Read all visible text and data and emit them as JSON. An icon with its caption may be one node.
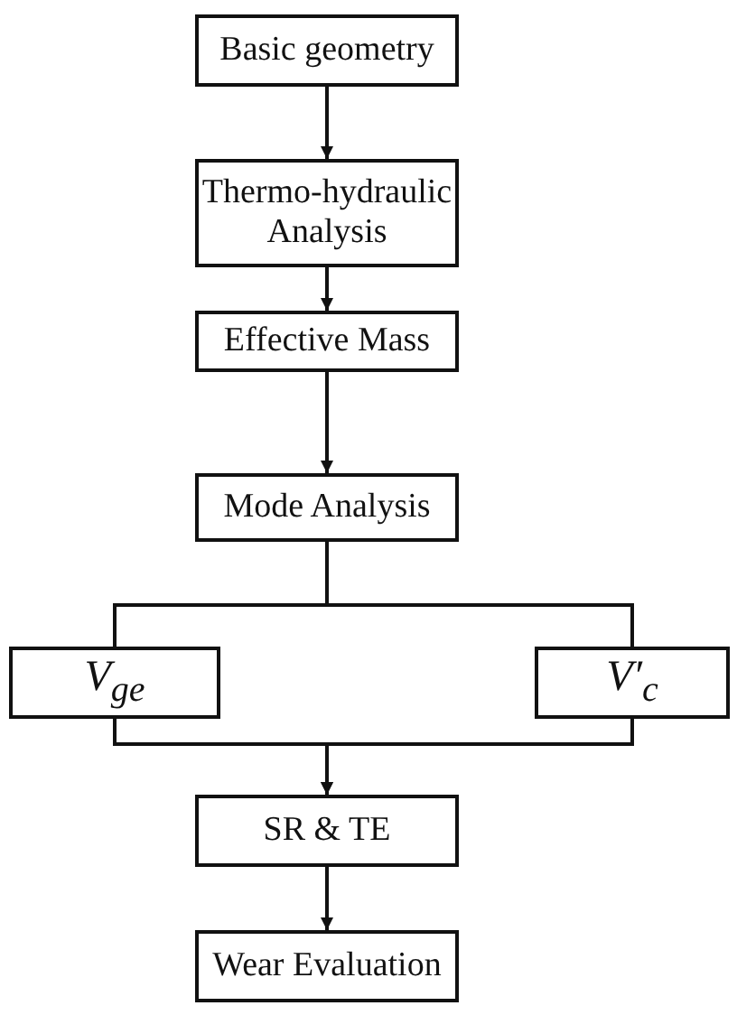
{
  "diagram": {
    "nodes": [
      {
        "text": [
          "Basic geometry"
        ]
      },
      {
        "text": [
          "Thermo-hydraulic Analysis"
        ]
      },
      {
        "text": [
          "Effective Mass"
        ]
      },
      {
        "text": [
          "Mode Analysis"
        ]
      },
      {
        "text": [
          "V$_{ge}$"
        ]
      },
      {
        "text": [
          "V′$_{c}$"
        ]
      },
      {
        "text": [
          "SR & TE"
        ]
      },
      {
        "text": [
          "Wear Evaluation"
        ]
      }
    ],
    "edges": [
      {
        "from": 0,
        "to": 1,
        "arrow": "to"
      },
      {
        "from": 1,
        "to": 2,
        "arrow": "to"
      },
      {
        "from": 2,
        "to": 3,
        "arrow": "to"
      },
      {
        "from": 3,
        "to": 4,
        "arrow": "none"
      },
      {
        "from": 3,
        "to": 5,
        "arrow": "none"
      },
      {
        "from": 4,
        "to": 6,
        "arrow": "to"
      },
      {
        "from": 5,
        "to": 6,
        "arrow": "to"
      },
      {
        "from": 6,
        "to": 7,
        "arrow": "to"
      }
    ]
  }
}
